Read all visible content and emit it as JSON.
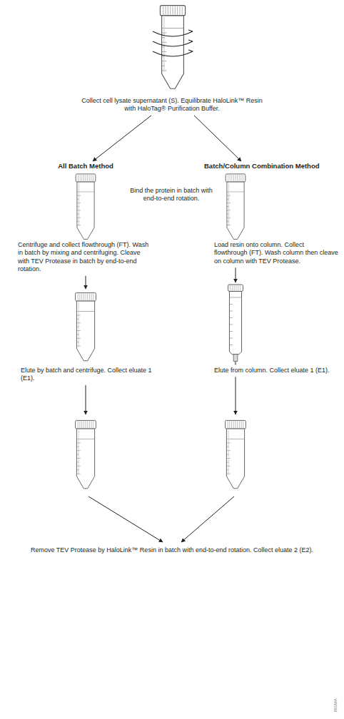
{
  "diagram": {
    "nodes": [
      {
        "text": [
          "Collect cell lysate supernatant (S). Equilibrate HaloLink™ Resin with HaloTag® Purification Buffer."
        ]
      },
      {
        "text": [
          "All Batch Method",
          "Centrifuge and collect flowthrough (FT). Wash in batch by mixing and centrifuging. Cleave with TEV Protease in batch by end-to-end rotation."
        ]
      },
      {
        "text": [
          "Batch/Column Combination Method",
          "Load resin onto column. Collect flowthrough (FT). Wash column then cleave on column with TEV Protease."
        ]
      },
      {
        "text": [
          "Elute by batch and centrifuge. Collect eluate 1 (E1)."
        ]
      },
      {
        "text": [
          "Elute from column. Collect eluate 1 (E1)."
        ]
      },
      {
        "text": [
          "Remove TEV Protease by HaloLink™ Resin in batch with end-to-end rotation. Collect eluate 2 (E2)."
        ]
      }
    ],
    "edges": [
      {
        "from": 0,
        "to": 1,
        "arrow": "to"
      },
      {
        "from": 0,
        "to": 2,
        "arrow": "to"
      },
      {
        "from": 1,
        "to": 3,
        "arrow": "to"
      },
      {
        "from": 2,
        "to": 4,
        "arrow": "to"
      },
      {
        "from": 3,
        "to": 5,
        "arrow": "to"
      },
      {
        "from": 4,
        "to": 5,
        "arrow": "to"
      }
    ],
    "labels": [
      "Bind the protein in batch with end-to-end rotation.",
      "063MA"
    ]
  }
}
